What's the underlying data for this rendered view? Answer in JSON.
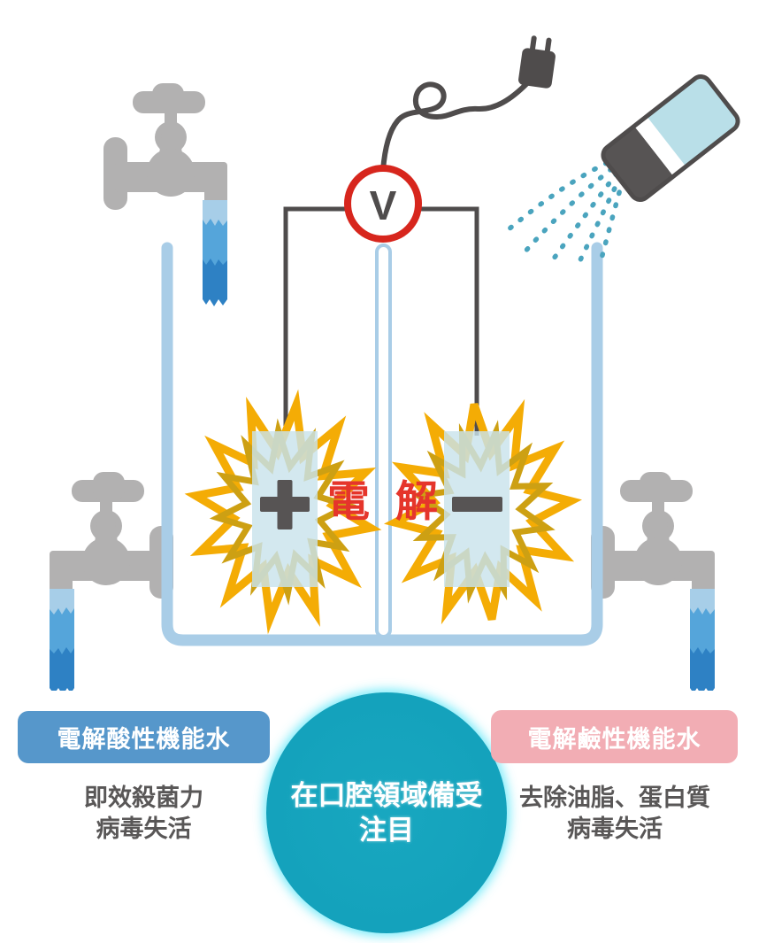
{
  "diagram": {
    "voltmeter_label": "V",
    "electrolysis_char_left": "電",
    "electrolysis_char_right": "解",
    "anode_symbol": "+",
    "cathode_symbol": "−"
  },
  "labels": {
    "acidic": {
      "badge": "電解酸性機能水",
      "line1": "即效殺菌力",
      "line2": "病毒失活"
    },
    "alkaline": {
      "badge": "電解鹼性機能水",
      "line1": "去除油脂、蛋白質",
      "line2": "病毒失活"
    }
  },
  "center_circle": {
    "line1": "在口腔領域備受",
    "line2": "注目"
  },
  "colors": {
    "voltmeter_ring_red": "#D7261D",
    "electrolysis_text_red": "#E5352B",
    "wire_dark_gray": "#4F4C4C",
    "body_text_gray": "#595757",
    "faucet_gray": "#B2B1B1",
    "tank_blue": "#A9CDE7",
    "water_light": "#A7CEE8",
    "water_mid": "#55A5DA",
    "water_dark": "#2E81C4",
    "burst_amber": "#F4AC05",
    "burst_gold": "#CDA013",
    "electrode_blue": "#C9E3EC",
    "badge_blue": "#5697CB",
    "badge_pink": "#F2ADB4",
    "circle_teal": "#16A4BE",
    "circle_glow": "#2FE5F5",
    "spray_teal": "#4AA4BE",
    "bottle_blue": "#B9DFE8"
  }
}
